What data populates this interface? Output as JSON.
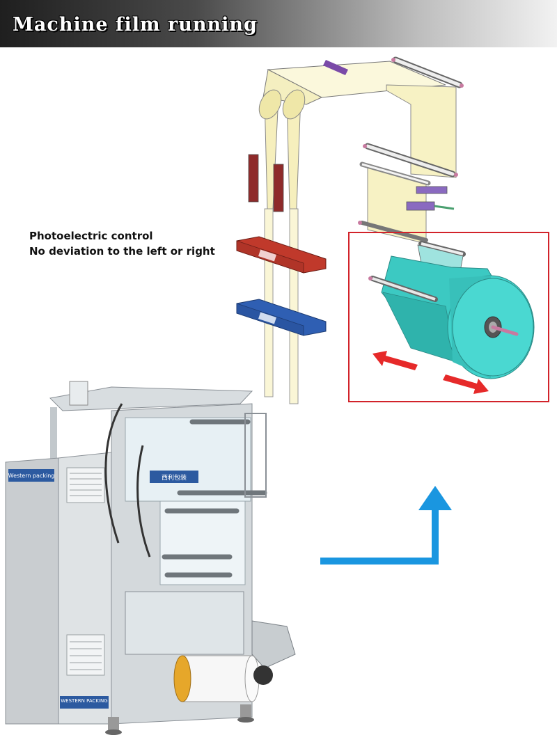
{
  "header": {
    "title": "Machine film running"
  },
  "caption": {
    "line1": "Photoelectric control",
    "line2": "No deviation to the left or right"
  },
  "brand": {
    "logo_en": "Western packing",
    "logo_cn": "西利包装",
    "logo_sub": "WESTERN PACKING"
  },
  "colors": {
    "film": "#f7f2c4",
    "roll": "#3cc9c2",
    "red_sealer": "#c0392b",
    "blue_sealer": "#2f5fb3",
    "highlight_box": "#d2232a",
    "flow_arrow": "#1a96e0",
    "motion_arrows": "#e62a2a"
  },
  "icons": {
    "flow": "bent-arrow-up-icon",
    "motion": "double-arrow-icon"
  }
}
